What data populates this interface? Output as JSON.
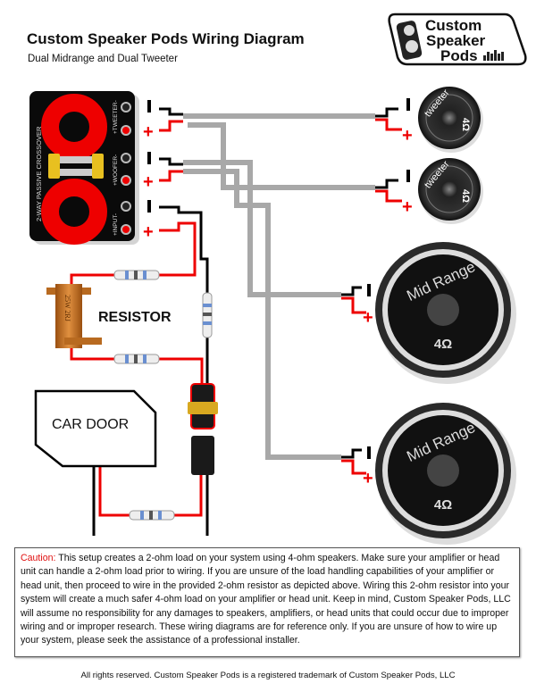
{
  "header": {
    "title": "Custom Speaker Pods Wiring Diagram",
    "subtitle": "Dual Midrange and Dual Tweeter"
  },
  "logo": {
    "text": [
      "Custom",
      "Speaker",
      "Pods"
    ]
  },
  "crossover": {
    "label": "2-WAY PASSIVE CROSSOVER",
    "terminals": [
      "+TWEETER-",
      "+WOOFER-",
      "+INPUT-"
    ]
  },
  "polarity": {
    "positive": "+",
    "negative": "-"
  },
  "speakers": [
    {
      "type": "tweeter",
      "label": "tweeter",
      "impedance": "4Ω"
    },
    {
      "type": "tweeter",
      "label": "tweeter",
      "impedance": "4Ω"
    },
    {
      "type": "midrange",
      "label": "Mid Range",
      "impedance": "4Ω"
    },
    {
      "type": "midrange",
      "label": "Mid Range",
      "impedance": "4Ω"
    }
  ],
  "resistor": {
    "label": "RESISTOR",
    "marking": "25W 2RJ"
  },
  "car_door": {
    "label": "CAR DOOR"
  },
  "caution": {
    "label": "Caution:",
    "text": " This setup creates a 2-ohm load on your system using 4-ohm speakers.  Make sure your amplifier or head unit can handle a 2-ohm load prior to wiring.  If you are unsure of the load handling capabilities of your amplifier or head unit, then proceed to wire in the provided 2-ohm resistor as depicted above.  Wiring this 2-ohm resistor into your system will create a much safer 4-ohm load on your amplifier or head unit.  Keep in mind, Custom Speaker Pods, LLC will assume no responsibility for any damages to speakers, amplifiers, or head units that could occur due to improper wiring and or improper research.  These wiring diagrams are for reference only.  If you are unsure of how to wire up your system, please seek the assistance of a professional installer."
  },
  "footer": "All rights reserved. Custom Speaker Pods is a registered trademark of Custom Speaker Pods, LLC",
  "colors": {
    "positive_wire": "#e60000",
    "negative_wire": "#000000",
    "cable": "#a8a8a8",
    "caution": "#e01010",
    "resistor_body": "#c8751a"
  }
}
